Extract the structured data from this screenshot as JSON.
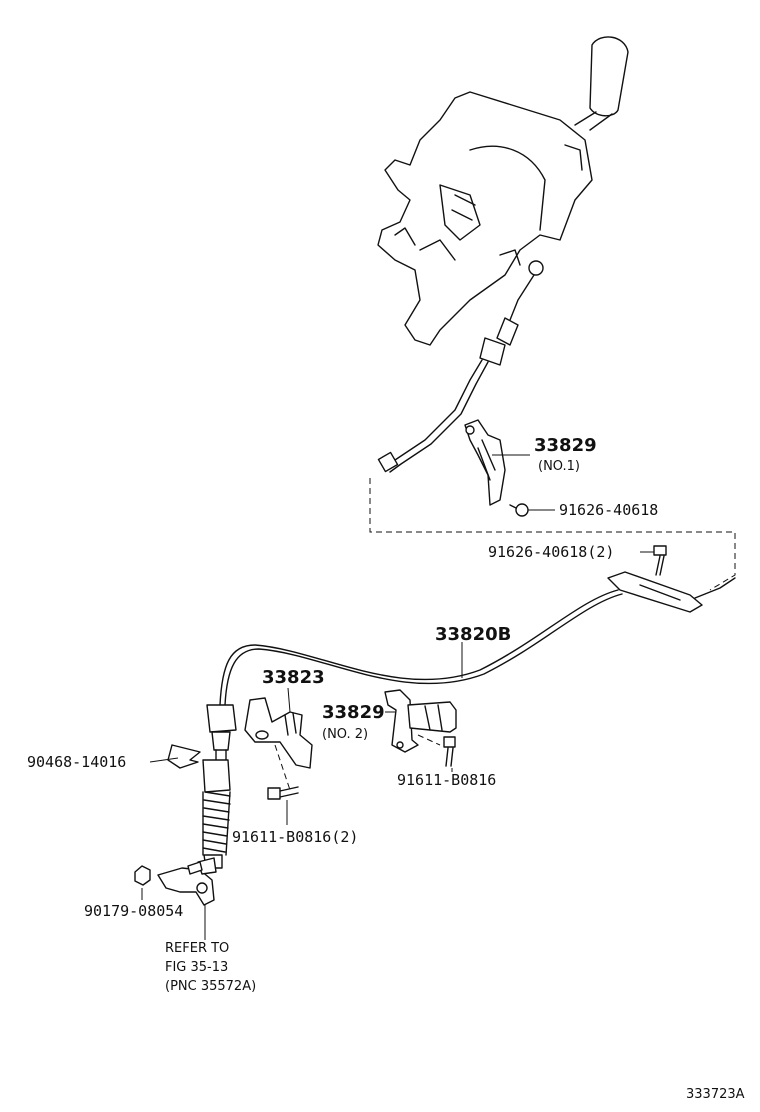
{
  "labels": {
    "p33829_no1": "33829",
    "p33829_no1_sub": "(NO.1)",
    "p91626_40618": "91626-40618",
    "p91626_40618_2": "91626-40618(2)",
    "p33820b": "33820B",
    "p33823": "33823",
    "p33829_no2": "33829",
    "p33829_no2_sub": "(NO. 2)",
    "p90468_14016": "90468-14016",
    "p91611_b0816": "91611-B0816",
    "p91611_b0816_2": "91611-B0816(2)",
    "p90179_08054": "90179-08054",
    "refer_line1": "REFER TO",
    "refer_line2": "FIG 35-13",
    "refer_line3": "(PNC 35572A)",
    "figure_id": "333723A"
  }
}
